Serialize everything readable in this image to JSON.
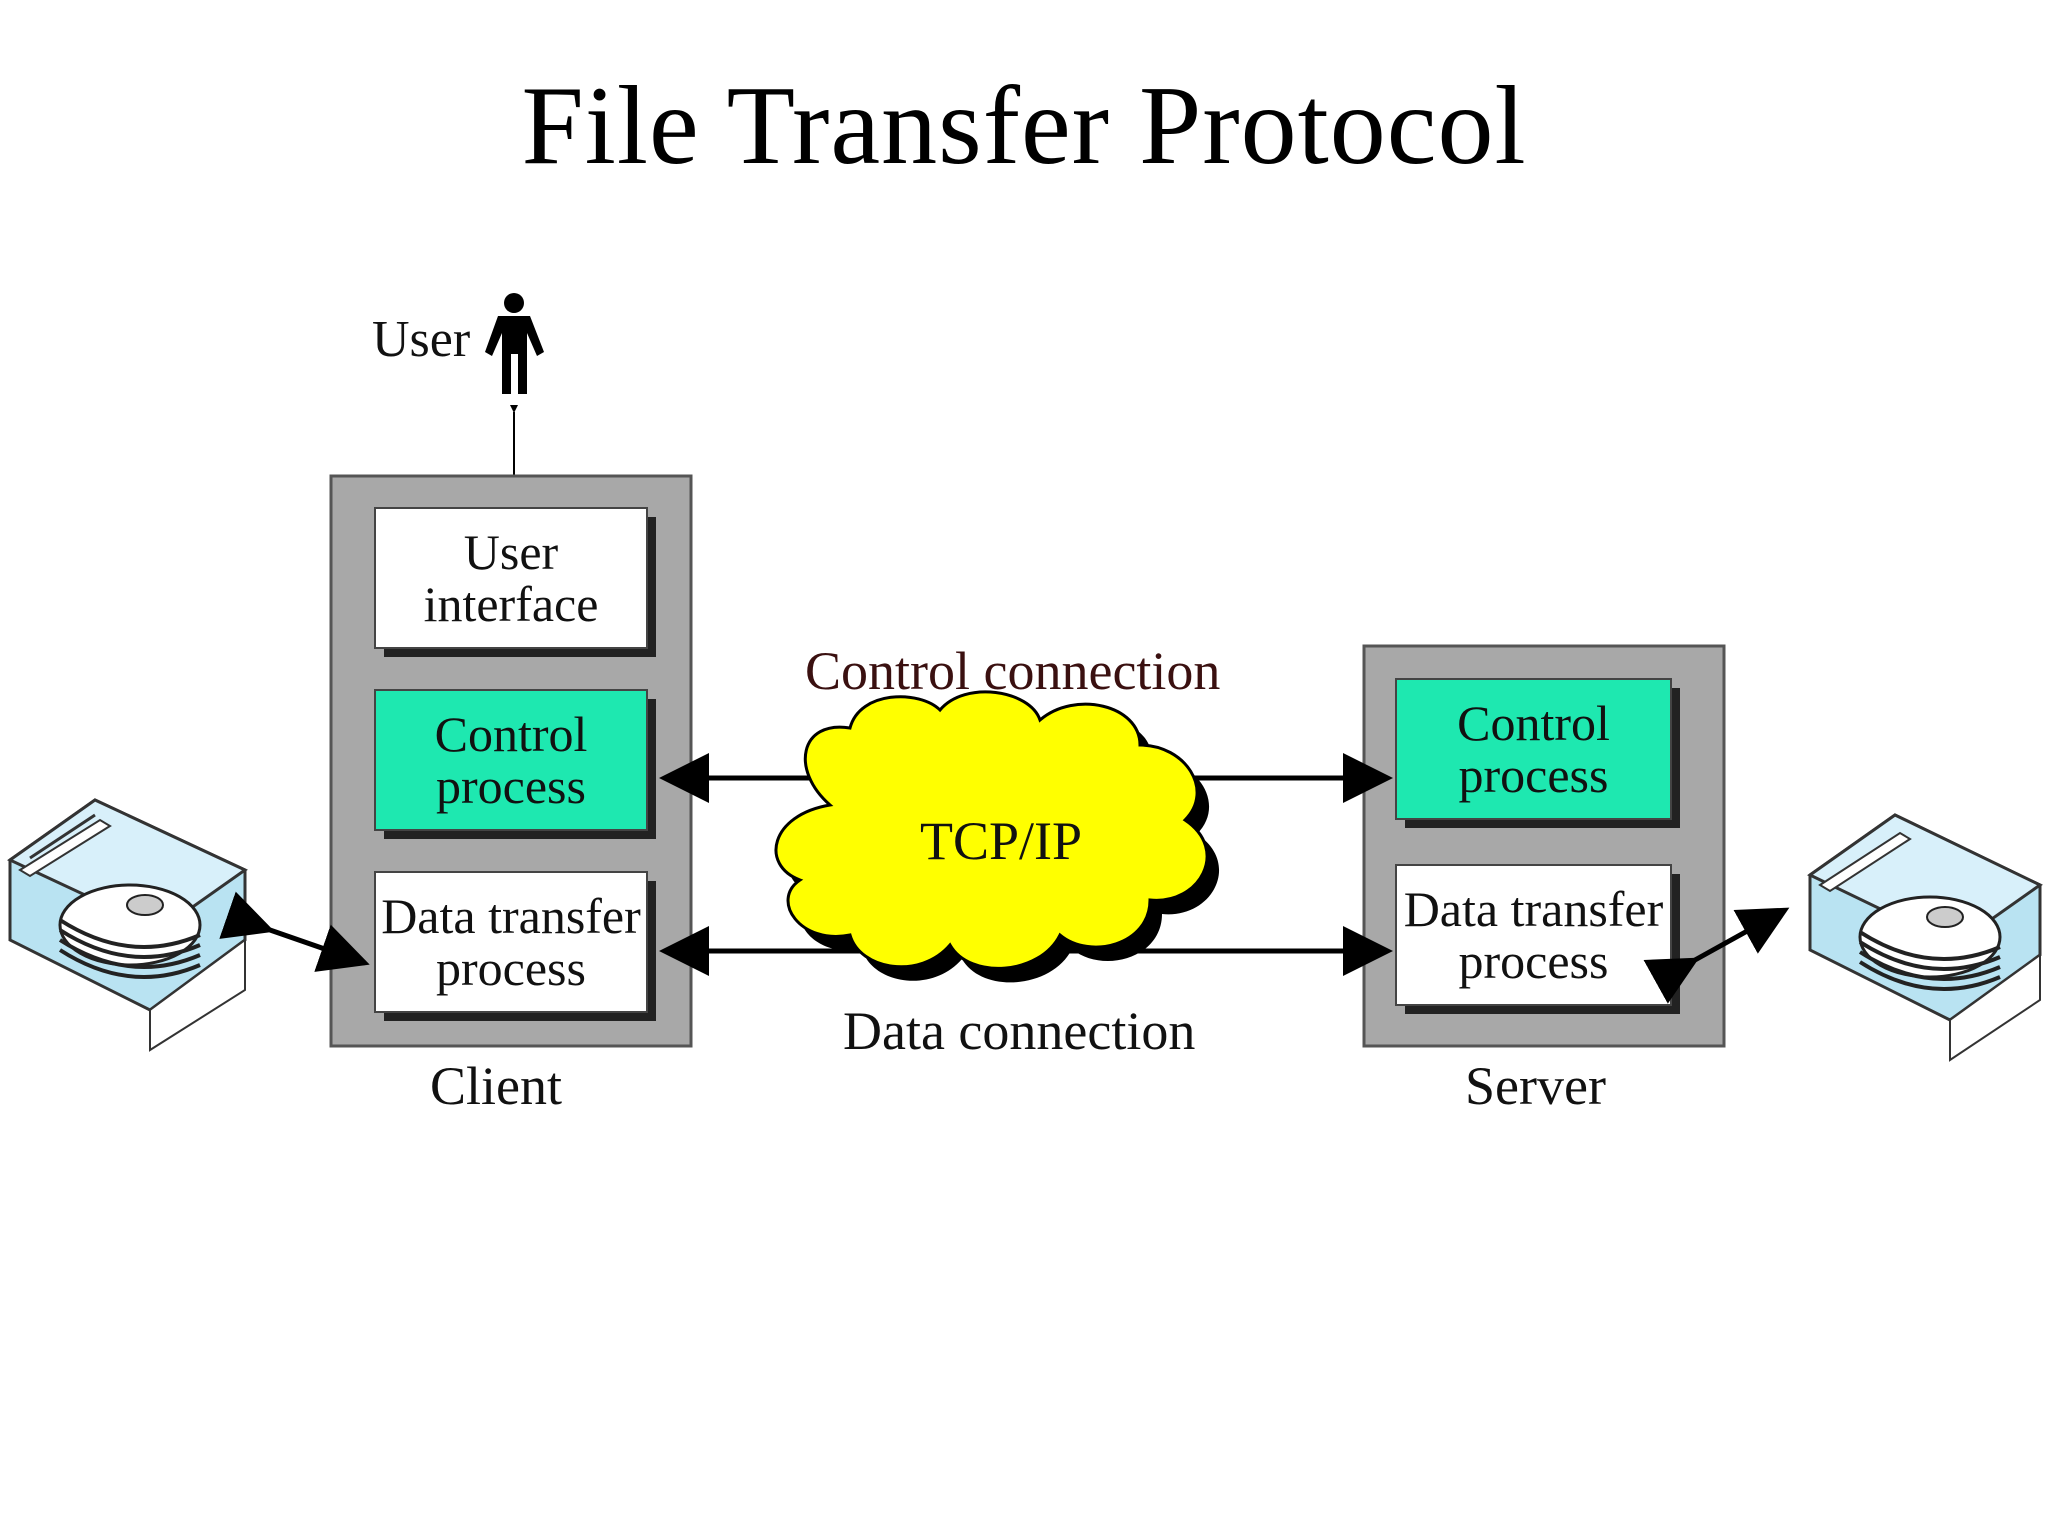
{
  "title": "File Transfer Protocol",
  "user_label": "User",
  "client": {
    "label": "Client",
    "user_interface": [
      "User",
      "interface"
    ],
    "control_process": [
      "Control",
      "process"
    ],
    "data_transfer_process": [
      "Data transfer",
      "process"
    ]
  },
  "server": {
    "label": "Server",
    "control_process": [
      "Control",
      "process"
    ],
    "data_transfer_process": [
      "Data transfer",
      "process"
    ]
  },
  "network": {
    "cloud_label": "TCP/IP",
    "control_connection": "Control connection",
    "data_connection": "Data connection"
  },
  "colors": {
    "container_gray": "#a8a8a8",
    "control_green": "#1ee8b0",
    "cloud_yellow": "#ffff00",
    "disk_blue": "#b9e3f2"
  },
  "icons": [
    "person-icon",
    "client-disk-icon",
    "server-disk-icon",
    "cloud-icon"
  ]
}
